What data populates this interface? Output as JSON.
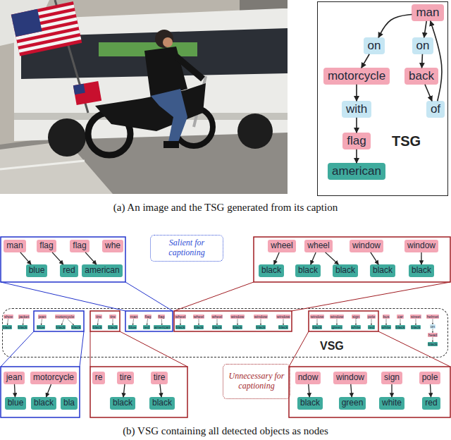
{
  "diagram": {
    "nodes": [
      {
        "text": [
          "TSG"
        ]
      },
      {
        "text": [
          "man"
        ],
        "in": 0
      },
      {
        "text": [
          "on"
        ],
        "in": 0
      },
      {
        "text": [
          "on"
        ],
        "in": 0
      },
      {
        "text": [
          "motorcycle"
        ],
        "in": 0
      },
      {
        "text": [
          "back"
        ],
        "in": 0
      },
      {
        "text": [
          "with"
        ],
        "in": 0
      },
      {
        "text": [
          "of"
        ],
        "in": 0
      },
      {
        "text": [
          "flag"
        ],
        "in": 0
      },
      {
        "text": [
          "american"
        ],
        "in": 0
      },
      {
        "text": [
          "man"
        ]
      },
      {
        "text": [
          "flag"
        ]
      },
      {
        "text": [
          "flag"
        ]
      },
      {
        "text": [
          "whe"
        ]
      },
      {
        "text": [
          "blue"
        ]
      },
      {
        "text": [
          "red"
        ]
      },
      {
        "text": [
          "american"
        ]
      },
      {
        "text": [
          "Salient for captioning"
        ]
      },
      {
        "text": [
          "wheel"
        ]
      },
      {
        "text": [
          "wheel"
        ]
      },
      {
        "text": [
          "window"
        ]
      },
      {
        "text": [
          "window"
        ]
      },
      {
        "text": [
          "black"
        ]
      },
      {
        "text": [
          "black"
        ]
      },
      {
        "text": [
          "black"
        ]
      },
      {
        "text": [
          "black"
        ]
      },
      {
        "text": [
          "black"
        ]
      },
      {
        "text": [
          "VSG"
        ]
      },
      {
        "text": [
          "shoe"
        ],
        "in": 27
      },
      {
        "text": [
          "black"
        ],
        "in": 27
      },
      {
        "text": [
          "jacket"
        ],
        "in": 27
      },
      {
        "text": [
          "black"
        ],
        "in": 27
      },
      {
        "text": [
          "jean"
        ],
        "in": 27
      },
      {
        "text": [
          "blue"
        ],
        "in": 27
      },
      {
        "text": [
          "motorcycle"
        ],
        "in": 27
      },
      {
        "text": [
          "black"
        ],
        "in": 27
      },
      {
        "text": [
          "black"
        ],
        "in": 27
      },
      {
        "text": [
          "tire"
        ],
        "in": 27
      },
      {
        "text": [
          "black"
        ],
        "in": 27
      },
      {
        "text": [
          "tire"
        ],
        "in": 27
      },
      {
        "text": [
          "black"
        ],
        "in": 27
      },
      {
        "text": [
          "man"
        ],
        "in": 27
      },
      {
        "text": [
          "blue"
        ],
        "in": 27
      },
      {
        "text": [
          "flag"
        ],
        "in": 27
      },
      {
        "text": [
          "red"
        ],
        "in": 27
      },
      {
        "text": [
          "flag"
        ],
        "in": 27
      },
      {
        "text": [
          "american"
        ],
        "in": 27
      },
      {
        "text": [
          "wheel"
        ],
        "in": 27
      },
      {
        "text": [
          "black"
        ],
        "in": 27
      },
      {
        "text": [
          "wheel"
        ],
        "in": 27
      },
      {
        "text": [
          "black"
        ],
        "in": 27
      },
      {
        "text": [
          "wheel"
        ],
        "in": 27
      },
      {
        "text": [
          "black"
        ],
        "in": 27
      },
      {
        "text": [
          "window"
        ],
        "in": 27
      },
      {
        "text": [
          "black"
        ],
        "in": 27
      },
      {
        "text": [
          "window"
        ],
        "in": 27
      },
      {
        "text": [
          "black"
        ],
        "in": 27
      },
      {
        "text": [
          "window"
        ],
        "in": 27
      },
      {
        "text": [
          "black"
        ],
        "in": 27
      },
      {
        "text": [
          "window"
        ],
        "in": 27
      },
      {
        "text": [
          "black"
        ],
        "in": 27
      },
      {
        "text": [
          "window"
        ],
        "in": 27
      },
      {
        "text": [
          "green"
        ],
        "in": 27
      },
      {
        "text": [
          "sign"
        ],
        "in": 27
      },
      {
        "text": [
          "white"
        ],
        "in": 27
      },
      {
        "text": [
          "pole"
        ],
        "in": 27
      },
      {
        "text": [
          "red"
        ],
        "in": 27
      },
      {
        "text": [
          "bus"
        ],
        "in": 27
      },
      {
        "text": [
          "white"
        ],
        "in": 27
      },
      {
        "text": [
          "car"
        ],
        "in": 27
      },
      {
        "text": [
          "black"
        ],
        "in": 27
      },
      {
        "text": [
          "street"
        ],
        "in": 27
      },
      {
        "text": [
          "black"
        ],
        "in": 27
      },
      {
        "text": [
          "helmet"
        ],
        "in": 27
      },
      {
        "text": [
          "on"
        ],
        "in": 27
      },
      {
        "text": [
          "head"
        ],
        "in": 27
      },
      {
        "text": [
          "black"
        ],
        "in": 27
      },
      {
        "text": [
          "jean"
        ]
      },
      {
        "text": [
          "motorcycle"
        ]
      },
      {
        "text": [
          "blue"
        ]
      },
      {
        "text": [
          "black"
        ]
      },
      {
        "text": [
          "bla"
        ]
      },
      {
        "text": [
          "re"
        ]
      },
      {
        "text": [
          "tire"
        ]
      },
      {
        "text": [
          "tire"
        ]
      },
      {
        "text": [
          "black"
        ]
      },
      {
        "text": [
          "black"
        ]
      },
      {
        "text": [
          "Unnecessary for captioning"
        ]
      },
      {
        "text": [
          "ndow"
        ]
      },
      {
        "text": [
          "window"
        ]
      },
      {
        "text": [
          "sign"
        ]
      },
      {
        "text": [
          "pole"
        ]
      },
      {
        "text": [
          "black"
        ]
      },
      {
        "text": [
          "green"
        ]
      },
      {
        "text": [
          "white"
        ]
      },
      {
        "text": [
          "red"
        ]
      }
    ],
    "edges": [
      {
        "from": 1,
        "to": 2,
        "arrow": "to"
      },
      {
        "from": 1,
        "to": 3,
        "arrow": "to"
      },
      {
        "from": 2,
        "to": 4,
        "arrow": "to"
      },
      {
        "from": 4,
        "to": 6,
        "arrow": "to"
      },
      {
        "from": 6,
        "to": 8,
        "arrow": "to"
      },
      {
        "from": 8,
        "to": 9,
        "arrow": "to"
      },
      {
        "from": 3,
        "to": 5,
        "arrow": "to"
      },
      {
        "from": 5,
        "to": 7,
        "arrow": "to"
      },
      {
        "from": 7,
        "to": 1,
        "arrow": "to"
      },
      {
        "from": 10,
        "to": 14,
        "arrow": "to"
      },
      {
        "from": 11,
        "to": 15,
        "arrow": "to"
      },
      {
        "from": 12,
        "to": 16,
        "arrow": "to"
      },
      {
        "from": 18,
        "to": 22,
        "arrow": "to"
      },
      {
        "from": 19,
        "to": 23,
        "arrow": "to"
      },
      {
        "from": 19,
        "to": 24,
        "arrow": "to"
      },
      {
        "from": 20,
        "to": 25,
        "arrow": "to"
      },
      {
        "from": 21,
        "to": 26,
        "arrow": "to"
      },
      {
        "from": 28,
        "to": 29,
        "arrow": "to"
      },
      {
        "from": 30,
        "to": 31,
        "arrow": "to"
      },
      {
        "from": 32,
        "to": 33,
        "arrow": "to"
      },
      {
        "from": 34,
        "to": 35,
        "arrow": "to"
      },
      {
        "from": 34,
        "to": 36,
        "arrow": "to"
      },
      {
        "from": 37,
        "to": 38,
        "arrow": "to"
      },
      {
        "from": 39,
        "to": 40,
        "arrow": "to"
      },
      {
        "from": 41,
        "to": 42,
        "arrow": "to"
      },
      {
        "from": 43,
        "to": 44,
        "arrow": "to"
      },
      {
        "from": 45,
        "to": 46,
        "arrow": "to"
      },
      {
        "from": 47,
        "to": 48,
        "arrow": "to"
      },
      {
        "from": 49,
        "to": 50,
        "arrow": "to"
      },
      {
        "from": 51,
        "to": 52,
        "arrow": "to"
      },
      {
        "from": 53,
        "to": 54,
        "arrow": "to"
      },
      {
        "from": 55,
        "to": 56,
        "arrow": "to"
      },
      {
        "from": 57,
        "to": 58,
        "arrow": "to"
      },
      {
        "from": 59,
        "to": 60,
        "arrow": "to"
      },
      {
        "from": 61,
        "to": 62,
        "arrow": "to"
      },
      {
        "from": 63,
        "to": 64,
        "arrow": "to"
      },
      {
        "from": 65,
        "to": 66,
        "arrow": "to"
      },
      {
        "from": 67,
        "to": 68,
        "arrow": "to"
      },
      {
        "from": 69,
        "to": 70,
        "arrow": "to"
      },
      {
        "from": 71,
        "to": 72,
        "arrow": "to"
      },
      {
        "from": 73,
        "to": 74,
        "arrow": "to"
      },
      {
        "from": 74,
        "to": 75,
        "arrow": "to"
      },
      {
        "from": 75,
        "to": 76,
        "arrow": "to"
      },
      {
        "from": 77,
        "to": 79,
        "arrow": "to"
      },
      {
        "from": 78,
        "to": 80,
        "arrow": "to"
      },
      {
        "from": 83,
        "to": 85,
        "arrow": "to"
      },
      {
        "from": 84,
        "to": 86,
        "arrow": "to"
      },
      {
        "from": 88,
        "to": 92,
        "arrow": "to"
      },
      {
        "from": 89,
        "to": 93,
        "arrow": "to"
      },
      {
        "from": 90,
        "to": 94,
        "arrow": "to"
      },
      {
        "from": 91,
        "to": 95,
        "arrow": "to"
      }
    ],
    "labels": [
      "(a) An image and the TSG generated from its caption",
      "(b) VSG containing all detected objects as nodes"
    ]
  }
}
